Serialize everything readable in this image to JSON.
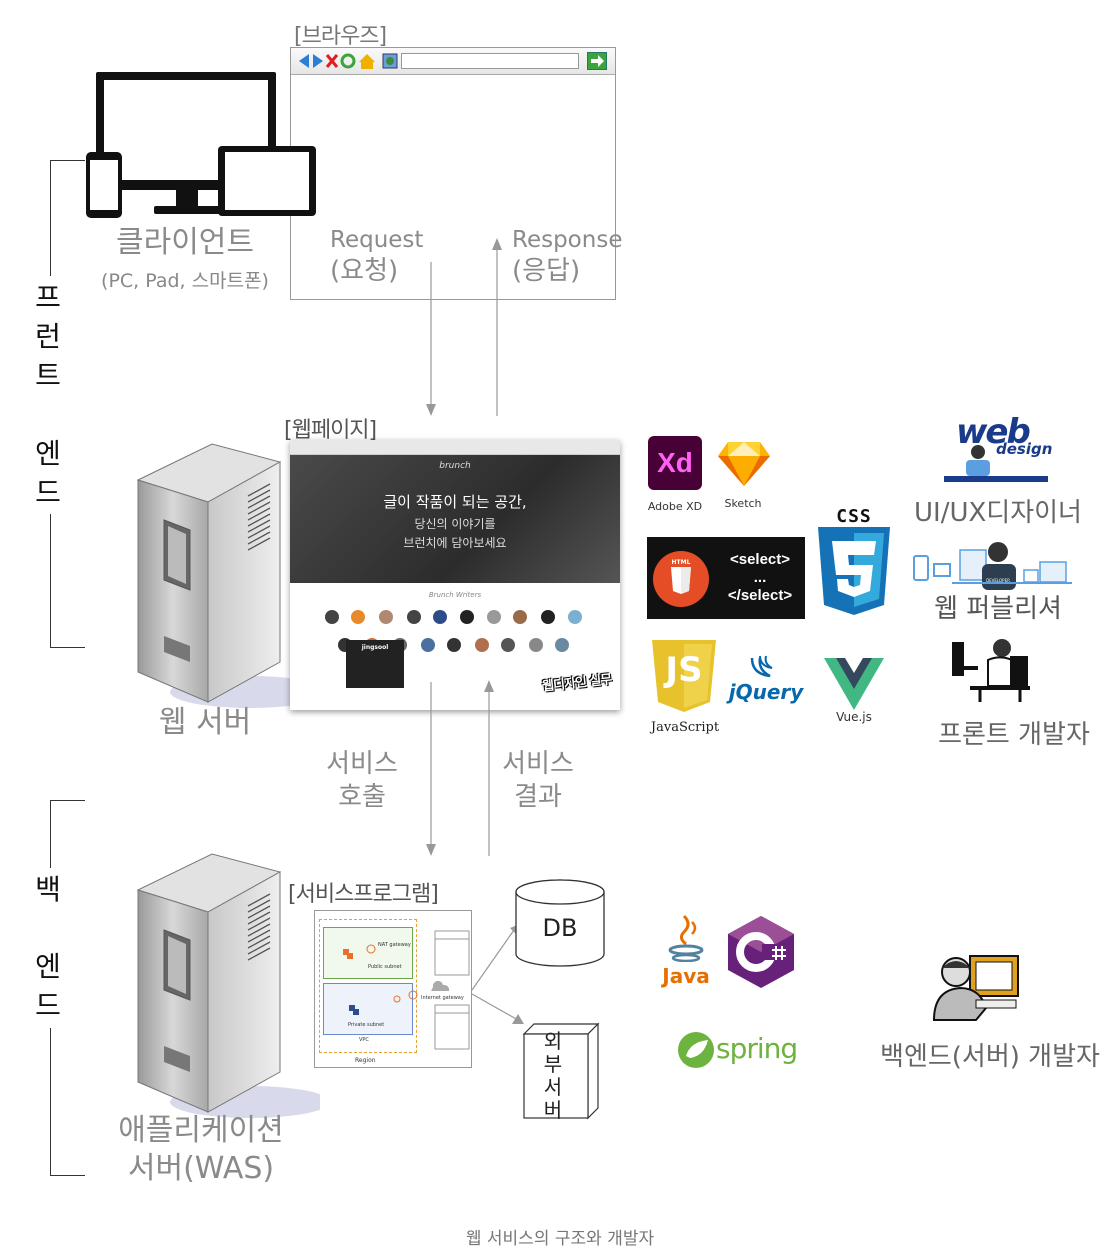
{
  "browser": {
    "caption": "[브라우즈]"
  },
  "client": {
    "label": "클라이언트",
    "sublabel": "(PC, Pad, 스마트폰)"
  },
  "request": {
    "line1": "Request",
    "line2": "(요청)"
  },
  "response": {
    "line1": "Response",
    "line2": "(응답)"
  },
  "frontend_label": [
    "프",
    "런",
    "트",
    "",
    "엔",
    "드"
  ],
  "backend_label": [
    "백",
    "",
    "엔",
    "드"
  ],
  "webpage": {
    "caption": "[웹페이지]",
    "brand": "brunch",
    "hero_line1": "글이 작품이 되는 공간,",
    "hero_line2": "당신의 이야기를",
    "hero_line3": "브런치에 담아보세요",
    "writers_title": "Brunch Writers",
    "popup_title": "jingsool",
    "watermark": "웹디자인 실무"
  },
  "webserver": {
    "label": "웹 서버"
  },
  "service_call": {
    "line1": "서비스",
    "line2": "호출"
  },
  "service_result": {
    "line1": "서비스",
    "line2": "결과"
  },
  "service_program": {
    "caption": "[서비스프로그램]",
    "public_subnet": "Public subnet",
    "private_subnet": "Private subnet",
    "vpc": "VPC",
    "region": "Region",
    "nat": "NAT gateway",
    "internet_gw": "Internet gateway"
  },
  "db": {
    "label": "DB"
  },
  "external_server": {
    "label": [
      "외",
      "부",
      "서",
      "버"
    ]
  },
  "was": {
    "line1": "애플리케이션",
    "line2": "서버(WAS)"
  },
  "tools": {
    "xd": {
      "logo": "Xd",
      "label": "Adobe XD"
    },
    "sketch": {
      "label": "Sketch"
    },
    "html": {
      "badge": "HTML",
      "code1": "<select>",
      "code2": "...",
      "code3": "</select>"
    },
    "css": {
      "label": "CSS"
    },
    "js": {
      "logo": "JS",
      "label": "JavaScript"
    },
    "jquery": {
      "label": "jQuery"
    },
    "vue": {
      "label": "Vue.js"
    },
    "java": {
      "label": "Java"
    },
    "csharp": {
      "label": "C#"
    },
    "spring": {
      "label": "spring"
    }
  },
  "roles": {
    "uiux": "UI/UX디자이너",
    "publisher": "웹 퍼블리셔",
    "frontend": "프론트 개발자",
    "backend": "백엔드(서버) 개발자",
    "webdesign_logo": "web",
    "webdesign_sub": "design",
    "developer_badge": "DEVELOPER"
  },
  "caption": "웹 서비스의 구조와 개발자",
  "colors": {
    "xd_bg": "#470137",
    "xd_fg": "#ff61f6",
    "css_blue": "#1572b6",
    "html_orange": "#e44d26",
    "js_yellow": "#e8c22c",
    "vue_green": "#41b883",
    "vue_dark": "#35495e",
    "csharp_purple": "#68217a",
    "spring_green": "#6db33f",
    "java_red": "#e76f00"
  }
}
